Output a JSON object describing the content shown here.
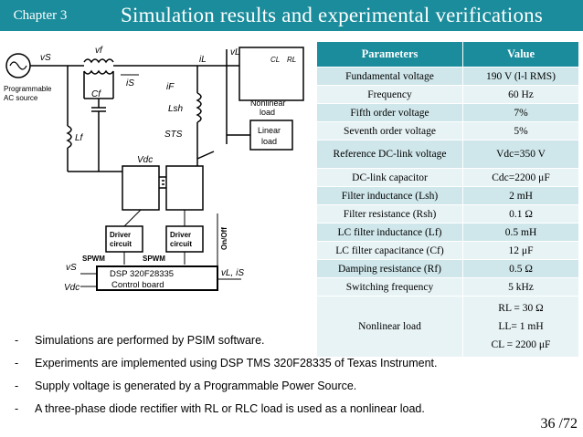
{
  "header": {
    "chapter_label": "Chapter 3",
    "title": "Simulation results and experimental verifications"
  },
  "colors": {
    "accent": "#1a8c9c",
    "table_odd": "#cfe6ea",
    "table_even": "#e8f3f5"
  },
  "schematic": {
    "vs": "vS",
    "vf": "vf",
    "is": "iS",
    "cf": "Cf",
    "lf": "Lf",
    "il": "iL",
    "vl": "vL",
    "if": "iF",
    "lsh": "Lsh",
    "sts": "STS",
    "vdc": "Vdc",
    "cl": "CL",
    "rl": "RL",
    "source_label_1": "Programmable",
    "source_label_2": "AC source",
    "nonlinear_load_1": "Nonlinear",
    "nonlinear_load_2": "load",
    "linear_load_1": "Linear",
    "linear_load_2": "load",
    "driver_1a": "Driver",
    "driver_1b": "circuit",
    "driver_2a": "Driver",
    "driver_2b": "circuit",
    "on_off": "On/Off",
    "spwm_1": "SPWM",
    "spwm_2": "SPWM",
    "dsp_line1": "DSP 320F28335",
    "dsp_line2": "Control board",
    "in_vs": "vS",
    "in_vdc": "Vdc",
    "in_vl_is": "vL, iS"
  },
  "table": {
    "headers": [
      "Parameters",
      "Value"
    ],
    "rows": [
      {
        "param": "Fundamental voltage",
        "value": "190 V (l-l RMS)"
      },
      {
        "param": "Frequency",
        "value": "60 Hz"
      },
      {
        "param": "Fifth order voltage",
        "value": "7%"
      },
      {
        "param": "Seventh order voltage",
        "value": "5%"
      },
      {
        "param": "Reference DC-link voltage",
        "value": "Vdc=350 V"
      },
      {
        "param": "DC-link capacitor",
        "value": "Cdc=2200 μF"
      },
      {
        "param": "Filter inductance (Lsh)",
        "value": "2 mH"
      },
      {
        "param": "Filter resistance (Rsh)",
        "value": "0.1 Ω"
      },
      {
        "param": "LC filter inductance (Lf)",
        "value": "0.5 mH"
      },
      {
        "param": "LC filter capacitance (Cf)",
        "value": "12 μF"
      },
      {
        "param": "Damping resistance (Rf)",
        "value": "0.5 Ω"
      },
      {
        "param": "Switching frequency",
        "value": "5 kHz"
      }
    ],
    "nonlinear": {
      "param": "Nonlinear load",
      "values": [
        "RL = 30 Ω",
        "LL= 1 mH",
        "CL = 2200 μF"
      ]
    }
  },
  "bullets": [
    {
      "dash": "-",
      "text": "Simulations are performed by PSIM software."
    },
    {
      "dash": "-",
      "text": "Experiments are implemented using DSP TMS 320F28335 of Texas Instrument."
    },
    {
      "dash": "-",
      "text": "Supply voltage is generated by a Programmable Power Source."
    },
    {
      "dash": "-",
      "text": "A three-phase diode rectifier with RL or RLC load is used as a nonlinear load."
    }
  ],
  "page_number": "36 /72"
}
